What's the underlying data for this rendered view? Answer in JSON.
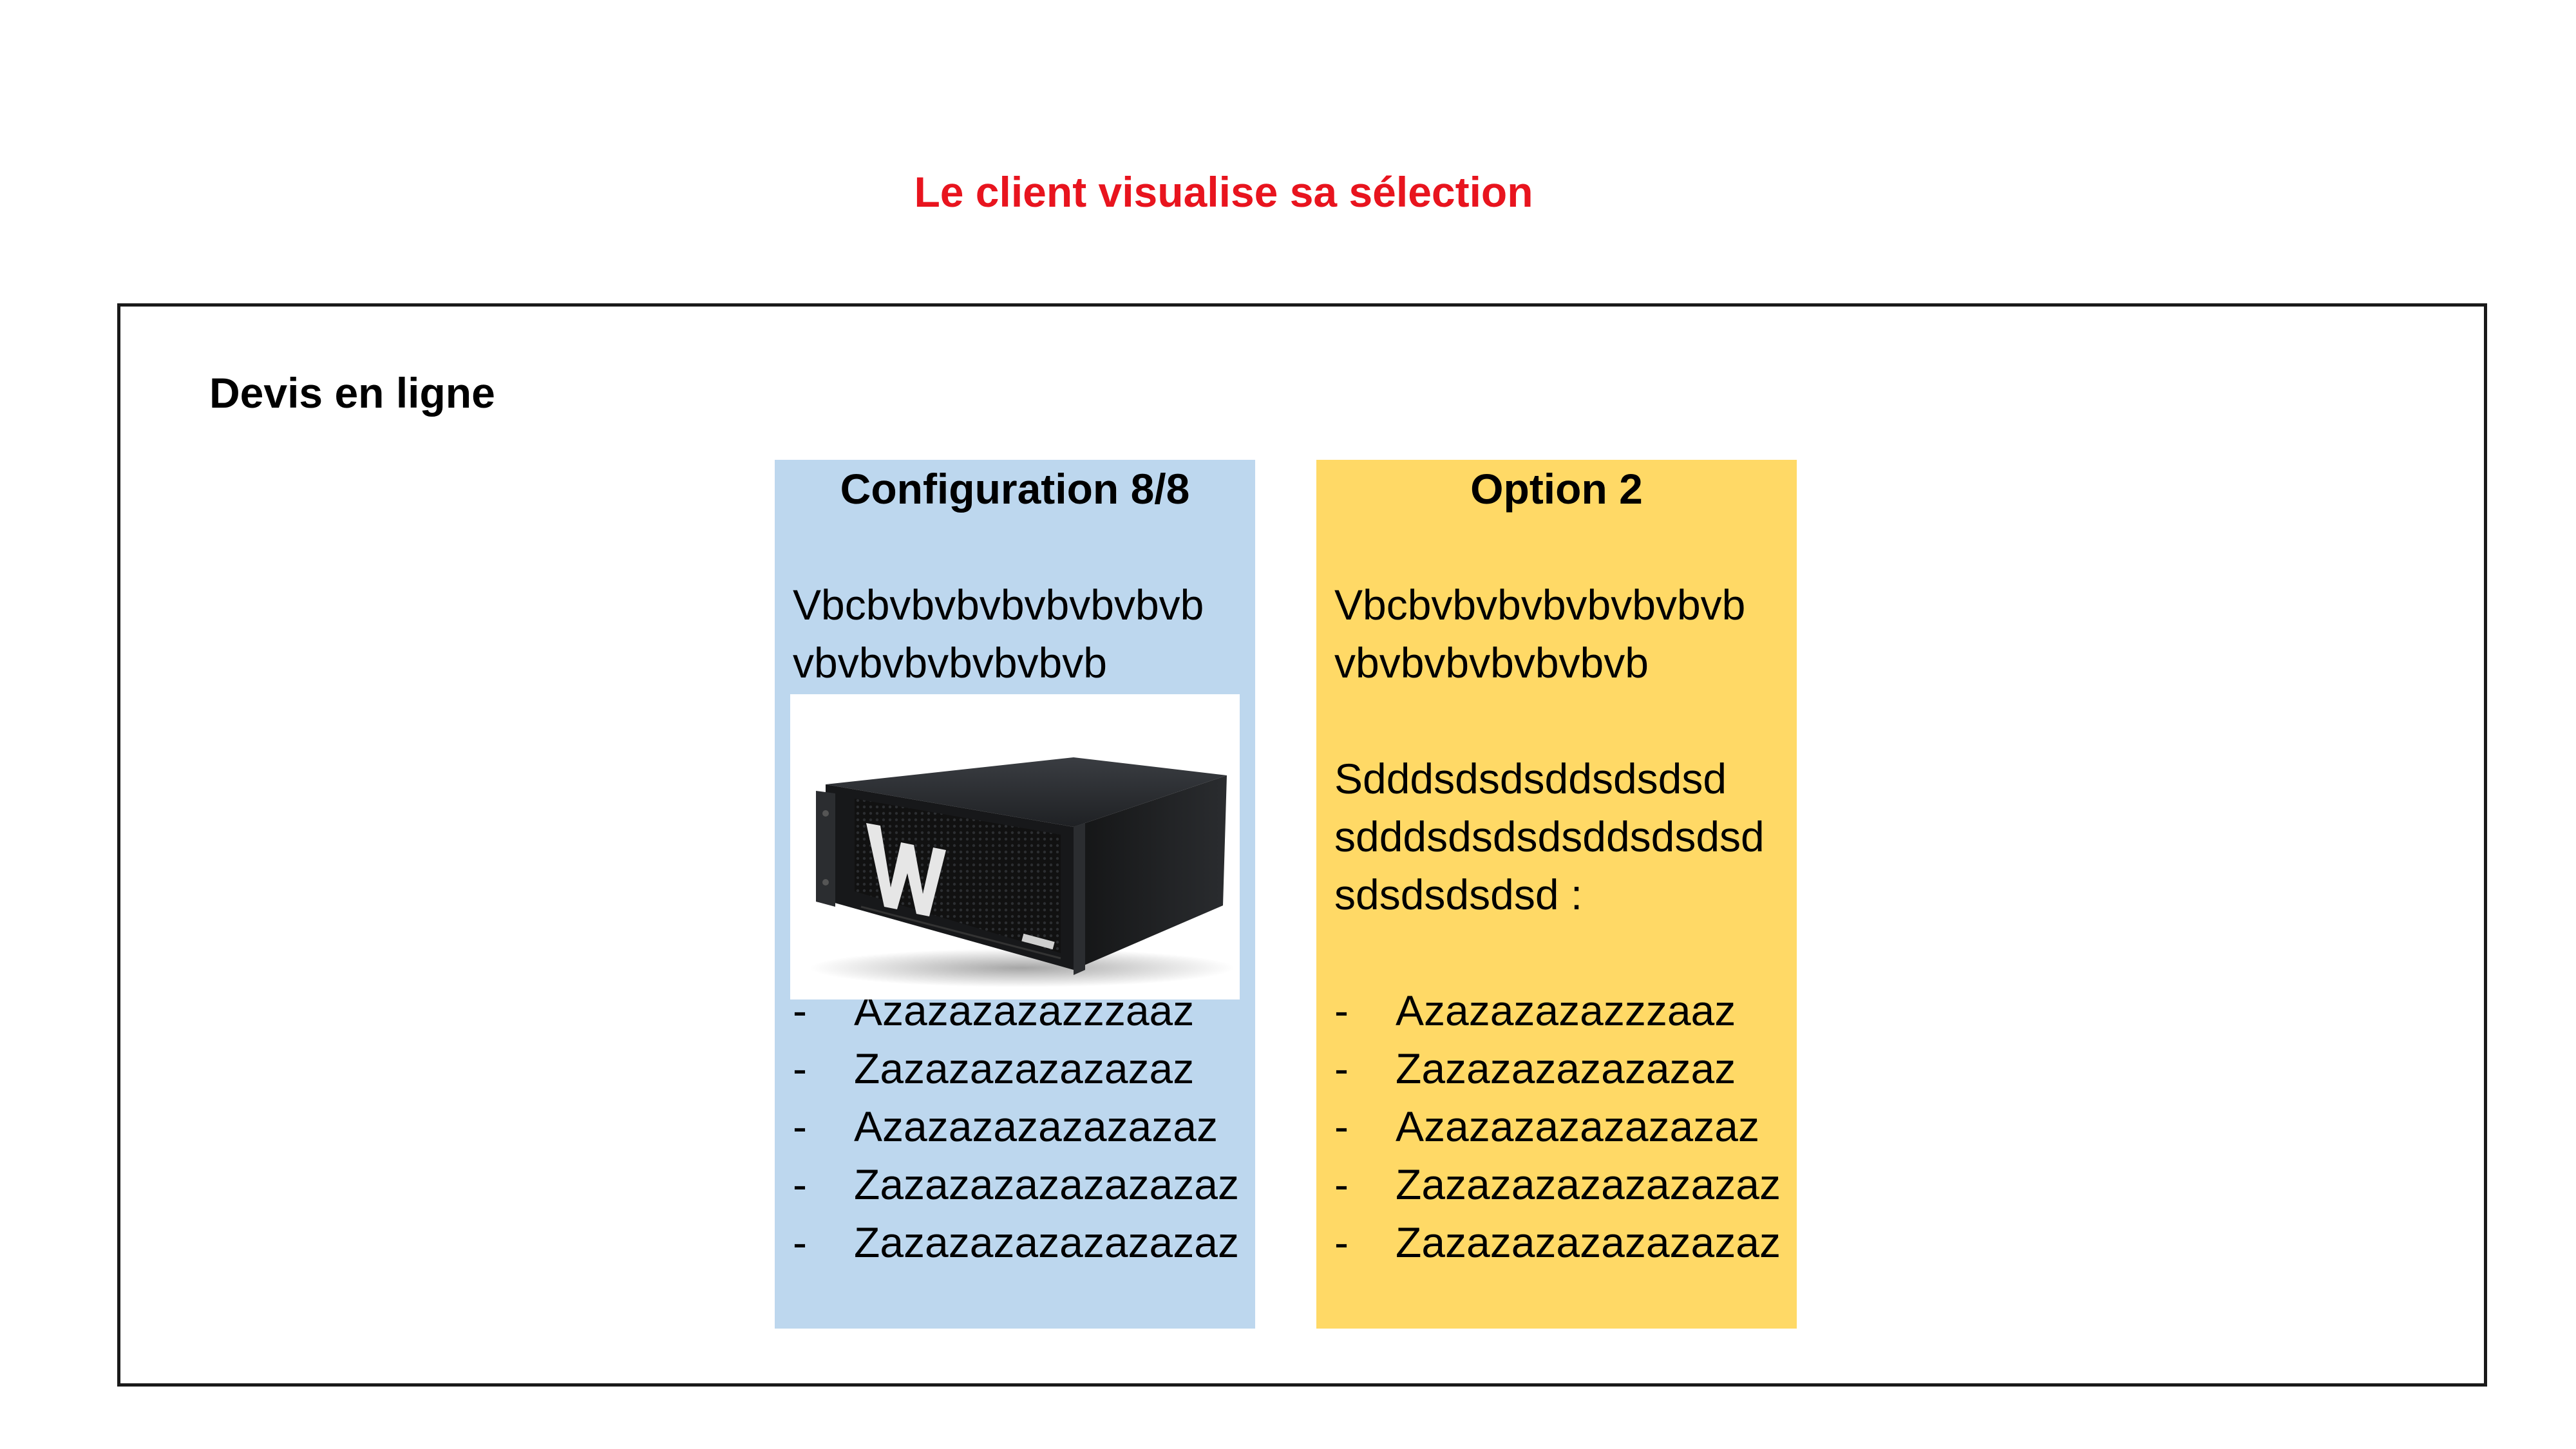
{
  "slide": {
    "title": "Le client visualise sa sélection"
  },
  "quote": {
    "heading": "Devis en ligne",
    "panels": [
      {
        "title": "Configuration 8/8",
        "color": "#bdd7ee",
        "description_lines": [
          "Vbcbvbvbvbvbvbvbvb",
          "vbvbvbvbvbvbvb"
        ],
        "image": "rack-server-image",
        "bullets": [
          "Azazazazazzzaaz",
          "Zazazazazazazaz",
          "Azazazazazazazaz",
          "Zazazazazazazazaz",
          "Zazazazazazazazaz"
        ]
      },
      {
        "title": "Option 2",
        "color": "#ffd966",
        "description_lines": [
          "Vbcbvbvbvbvbvbvbvb",
          "vbvbvbvbvbvbvb"
        ],
        "detail_lines": [
          "Sdddsdsdsddsdsdsd",
          "sdddsdsdsdsddsdsdsd",
          "sdsdsdsdsd :"
        ],
        "bullets": [
          "Azazazazazzzaaz",
          "Zazazazazazazaz",
          "Azazazazazazazaz",
          "Zazazazazazazazaz",
          "Zazazazazazazazaz"
        ]
      }
    ],
    "bullet_marker": "-"
  },
  "colors": {
    "title": "#e8141e",
    "frame_border": "#1a1a1a"
  }
}
